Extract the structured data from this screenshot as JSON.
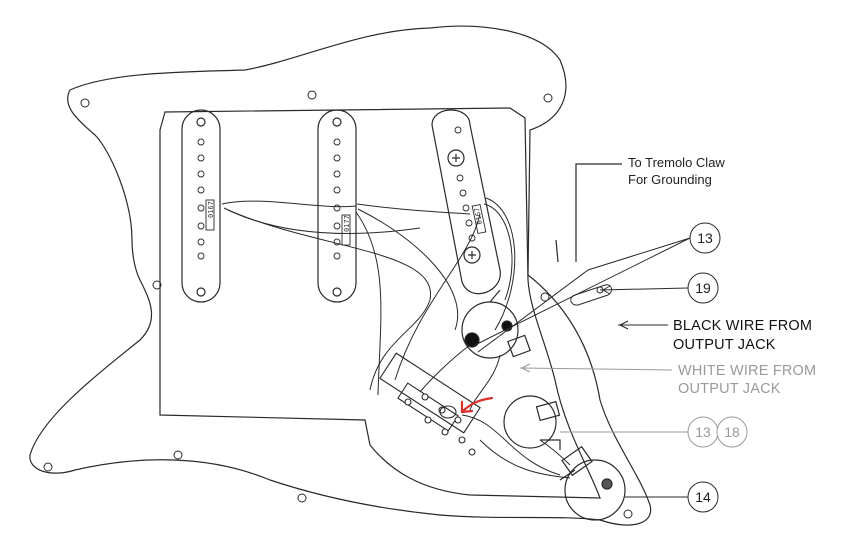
{
  "labels": {
    "tremolo_line1": "To Tremolo Claw",
    "tremolo_line2": "For Grounding",
    "black_wire_line1": "BLACK WIRE  FROM",
    "black_wire_line2": "OUTPUT JACK",
    "white_wire_line1": "WHITE WIRE FROM",
    "white_wire_line2": "OUTPUT JACK"
  },
  "callouts": {
    "c13_top": "13",
    "c19": "19",
    "c13_mid": "13",
    "c18": "18",
    "c14": "14"
  },
  "pickup_codes": {
    "neck": "0167",
    "middle": "0177",
    "bridge": "0167"
  },
  "colors": {
    "line": "#222222",
    "grey_text": "#9a9a9a",
    "highlight_arrow": "#d9302c"
  }
}
